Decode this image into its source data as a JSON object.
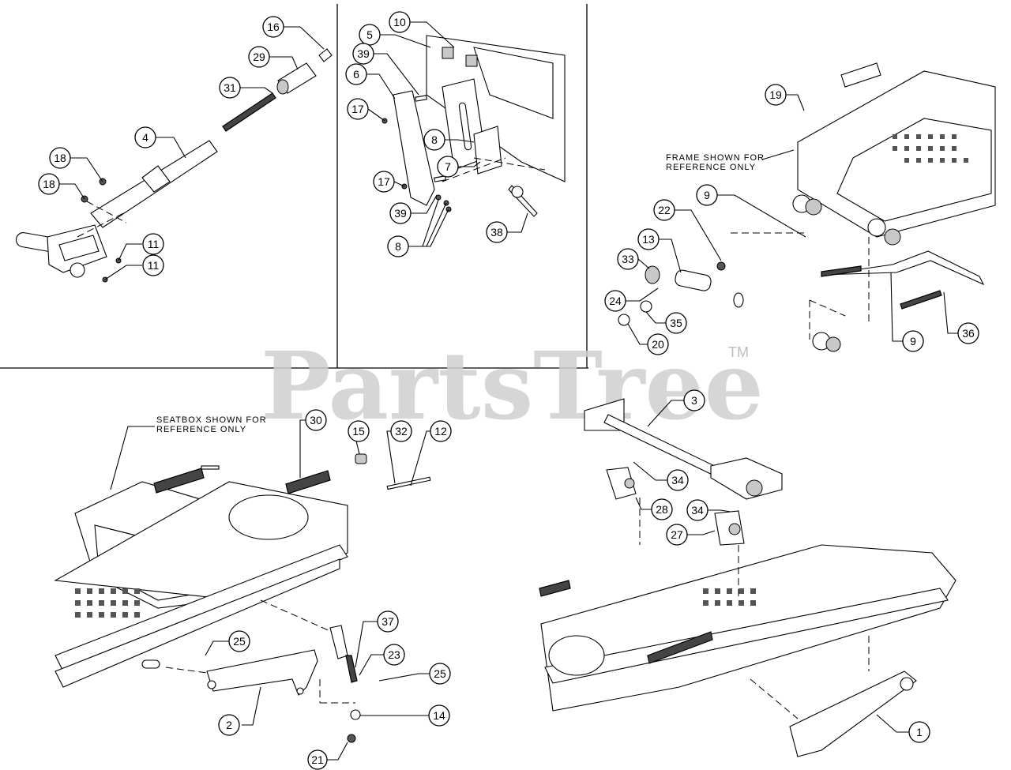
{
  "watermark": {
    "text": "PartsTree",
    "tm": "TM"
  },
  "notes": {
    "frame_line1": "FRAME SHOWN FOR",
    "frame_line2": "REFERENCE ONLY",
    "seatbox_line1": "SEATBOX SHOWN FOR",
    "seatbox_line2": "REFERENCE ONLY"
  },
  "callouts": {
    "c16": "16",
    "c29": "29",
    "c31": "31",
    "c4": "4",
    "c18a": "18",
    "c18b": "18",
    "c11a": "11",
    "c11b": "11",
    "c10": "10",
    "c5": "5",
    "c39a": "39",
    "c6": "6",
    "c17a": "17",
    "c8a": "8",
    "c7": "7",
    "c17b": "17",
    "c39b": "39",
    "c8b": "8",
    "c38": "38",
    "c19": "19",
    "c9a": "9",
    "c22": "22",
    "c13": "13",
    "c33": "33",
    "c24": "24",
    "c35": "35",
    "c20": "20",
    "c9b": "9",
    "c36": "36",
    "c30": "30",
    "c15": "15",
    "c32": "32",
    "c12": "12",
    "c25a": "25",
    "c37": "37",
    "c23": "23",
    "c25b": "25",
    "c2": "2",
    "c14": "14",
    "c21": "21",
    "c3": "3",
    "c34a": "34",
    "c28": "28",
    "c34b": "34",
    "c27": "27",
    "c1": "1"
  }
}
